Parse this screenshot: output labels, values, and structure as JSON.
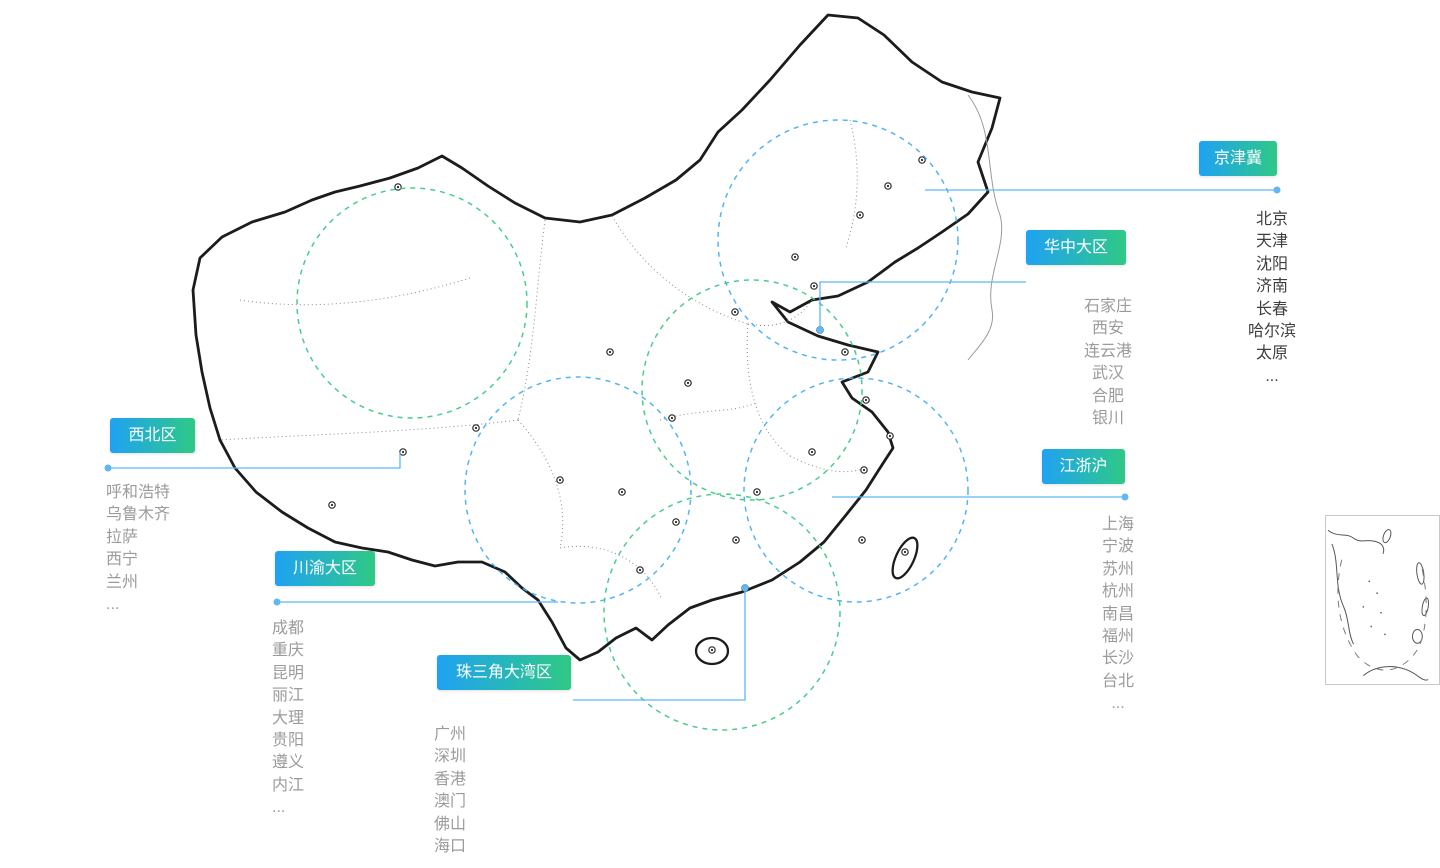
{
  "regions": [
    {
      "id": "jingjinji",
      "label": "京津冀",
      "cities": [
        "北京",
        "天津",
        "沈阳",
        "济南",
        "长春",
        "哈尔滨",
        "太原",
        "..."
      ]
    },
    {
      "id": "huazhong",
      "label": "华中大区",
      "cities": [
        "石家庄",
        "西安",
        "连云港",
        "武汉",
        "合肥",
        "银川"
      ]
    },
    {
      "id": "xibei",
      "label": "西北区",
      "cities": [
        "呼和浩特",
        "乌鲁木齐",
        "拉萨",
        "西宁",
        "兰州",
        "..."
      ]
    },
    {
      "id": "jiangzhehu",
      "label": "江浙沪",
      "cities": [
        "上海",
        "宁波",
        "苏州",
        "杭州",
        "南昌",
        "福州",
        "长沙",
        "台北",
        "..."
      ]
    },
    {
      "id": "chuanyu",
      "label": "川渝大区",
      "cities": [
        "成都",
        "重庆",
        "昆明",
        "丽江",
        "大理",
        "贵阳",
        "遵义",
        "内江",
        "..."
      ]
    },
    {
      "id": "zhusanjiao",
      "label": "珠三角大湾区",
      "cities": [
        "广州",
        "深圳",
        "香港",
        "澳门",
        "佛山",
        "海口",
        "..."
      ]
    }
  ],
  "colors": {
    "badge-from": "#1fa2f3",
    "badge-to": "#2fc985",
    "line-blue": "#5fb7f3",
    "circle-blue": "#49b1f1",
    "circle-green": "#3fca87",
    "map-stroke": "#1c1c1c",
    "province-stroke": "#8a8a8a",
    "list-gray": "#9b9b9b",
    "list-dark": "#3f3f3f"
  }
}
